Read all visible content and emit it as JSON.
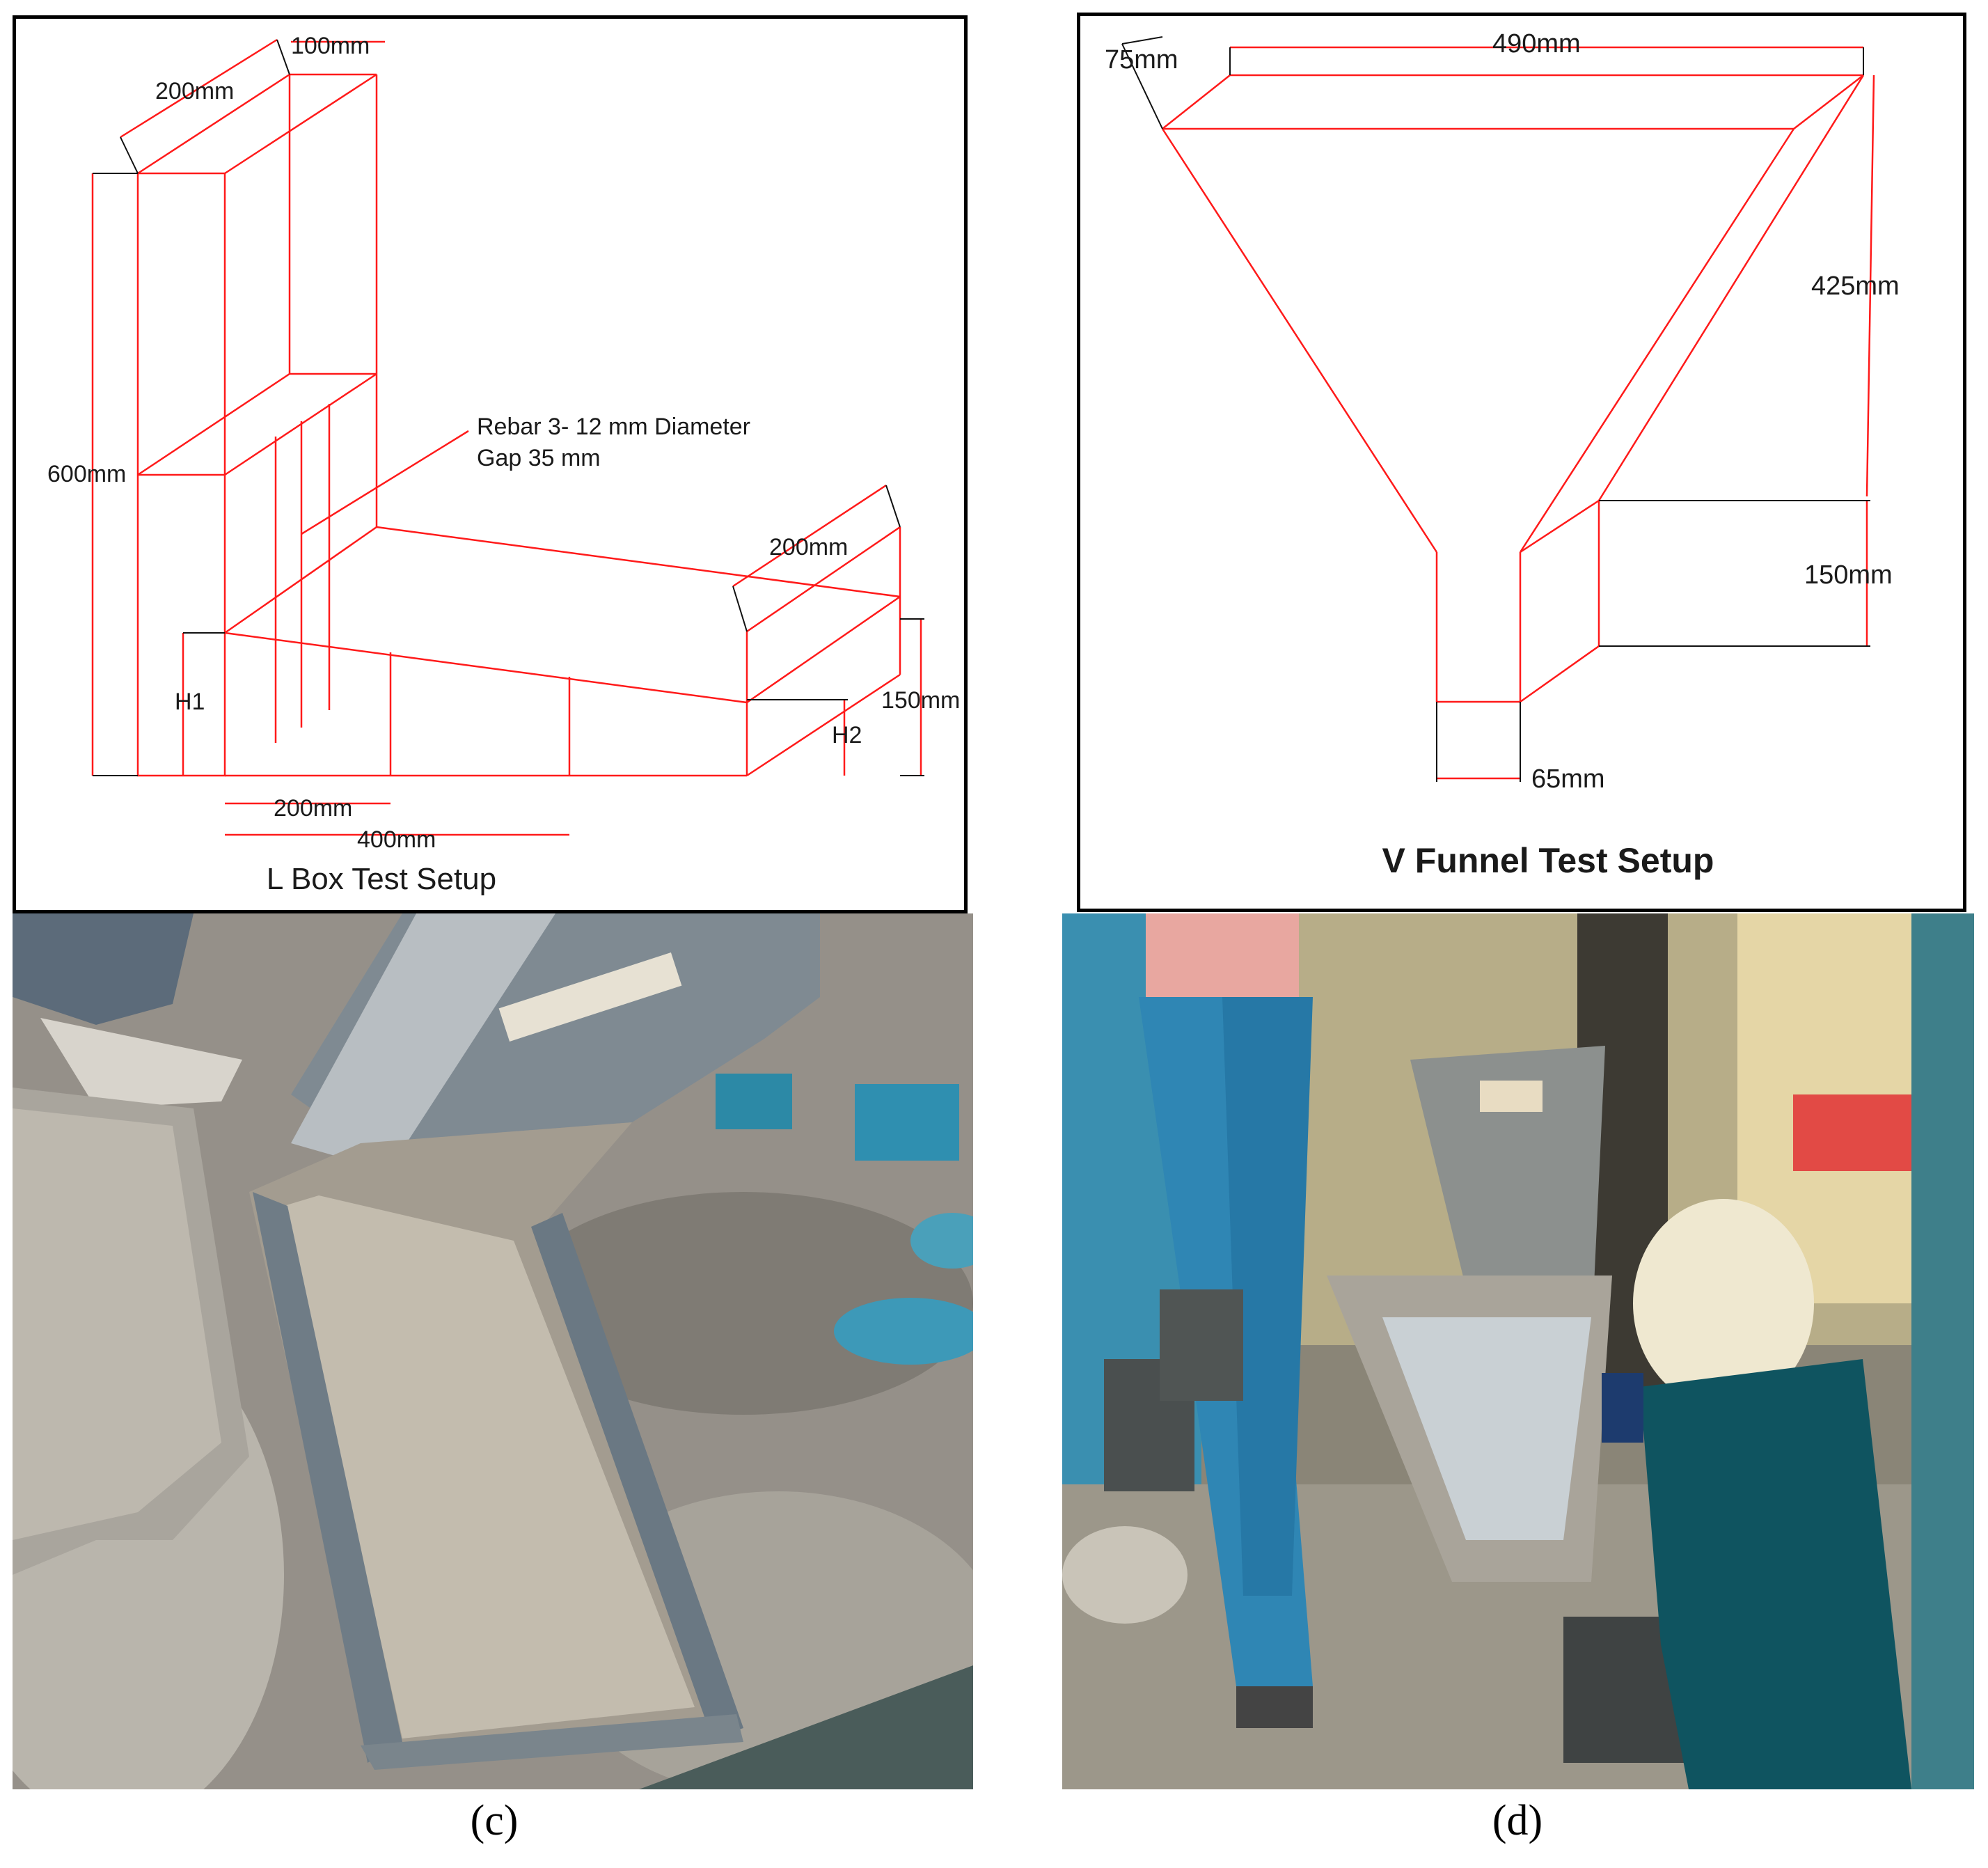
{
  "colors": {
    "line": "#ff1a1a",
    "frame": "#000000",
    "text": "#1a1a1a"
  },
  "lbox": {
    "title": "L Box Test Setup",
    "labels": {
      "w100": "100mm",
      "d200top": "200mm",
      "h600": "600mm",
      "rebar1": "Rebar 3- 12 mm Diameter",
      "rebar2": "Gap 35 mm",
      "d200end": "200mm",
      "h1": "H1",
      "h150": "150mm",
      "h2": "H2",
      "l200": "200mm",
      "l400": "400mm"
    }
  },
  "vfunnel": {
    "title": "V Funnel Test Setup",
    "labels": {
      "w75": "75mm",
      "w490": "490mm",
      "h425": "425mm",
      "h150": "150mm",
      "w65": "65mm"
    }
  },
  "photos": {
    "c": {
      "caption": "(c)"
    },
    "d": {
      "caption": "(d)"
    }
  }
}
